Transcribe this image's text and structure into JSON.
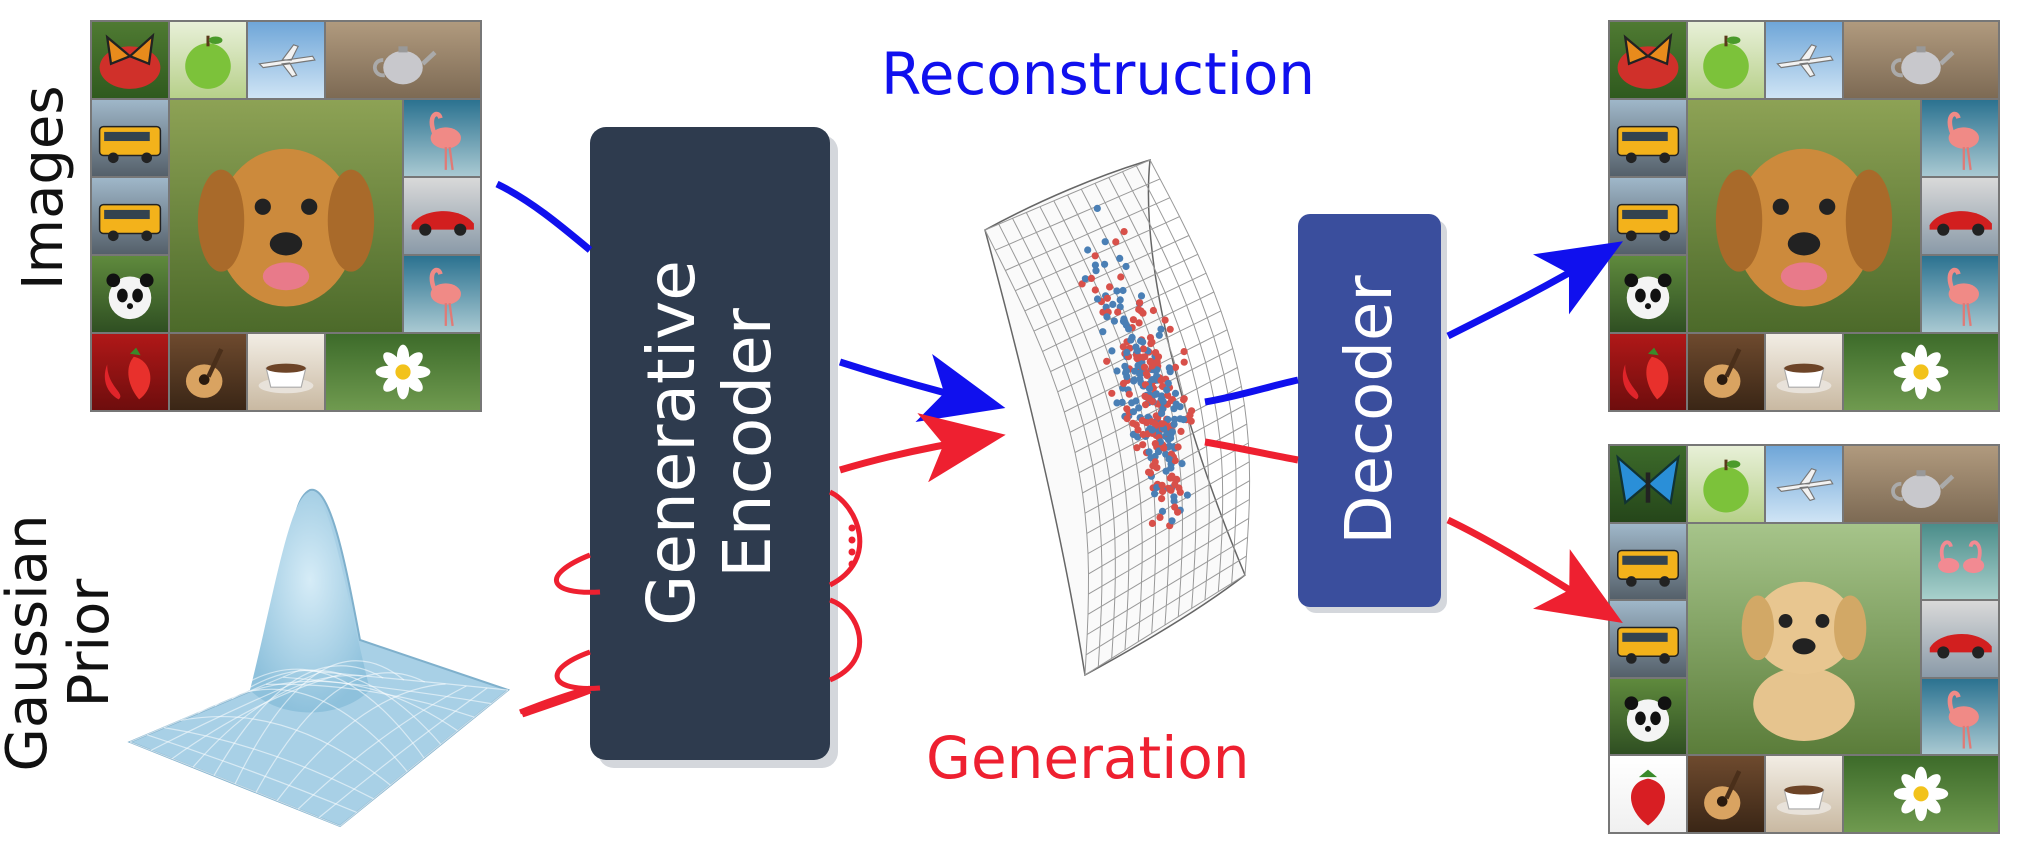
{
  "labels": {
    "reconstruction": "Reconstruction",
    "generation": "Generation",
    "images": "Images",
    "gaussian_prior_line1": "Gaussian",
    "gaussian_prior_line2": "Prior",
    "encoder_line1": "Generative",
    "encoder_line2": "Encoder",
    "decoder": "Decoder"
  },
  "colors": {
    "reconstruction": "#1010ee",
    "generation": "#ee2030",
    "encoder_box": "#2e3b4e",
    "decoder_box": "#3a4e9d",
    "gaussian_surface": "#a8d0e6",
    "latent_blue_points": "#4a7fb5",
    "latent_red_points": "#d8504a"
  },
  "image_grids": {
    "input": [
      "butterfly-on-flowers",
      "green-apple",
      "airplane",
      "teapot",
      "school-bus",
      "golden-retriever",
      "flamingo",
      "school-bus",
      "red-sports-car",
      "panda",
      "flamingo",
      "strawberries",
      "guitar",
      "coffee-cup",
      "daisy"
    ],
    "reconstructed": [
      "butterfly-on-flowers",
      "green-apple",
      "airplane",
      "teapot",
      "school-bus",
      "golden-retriever",
      "flamingo",
      "school-bus",
      "red-sports-car",
      "panda",
      "flamingo",
      "strawberries",
      "guitar",
      "coffee-cup",
      "daisy"
    ],
    "generated": [
      "blue-butterfly",
      "green-apple",
      "airplane",
      "teapot",
      "school-bus",
      "golden-puppy",
      "flamingos",
      "school-bus",
      "red-sports-car",
      "panda",
      "flamingo",
      "strawberry",
      "guitar",
      "coffee-cup",
      "daisy"
    ]
  }
}
